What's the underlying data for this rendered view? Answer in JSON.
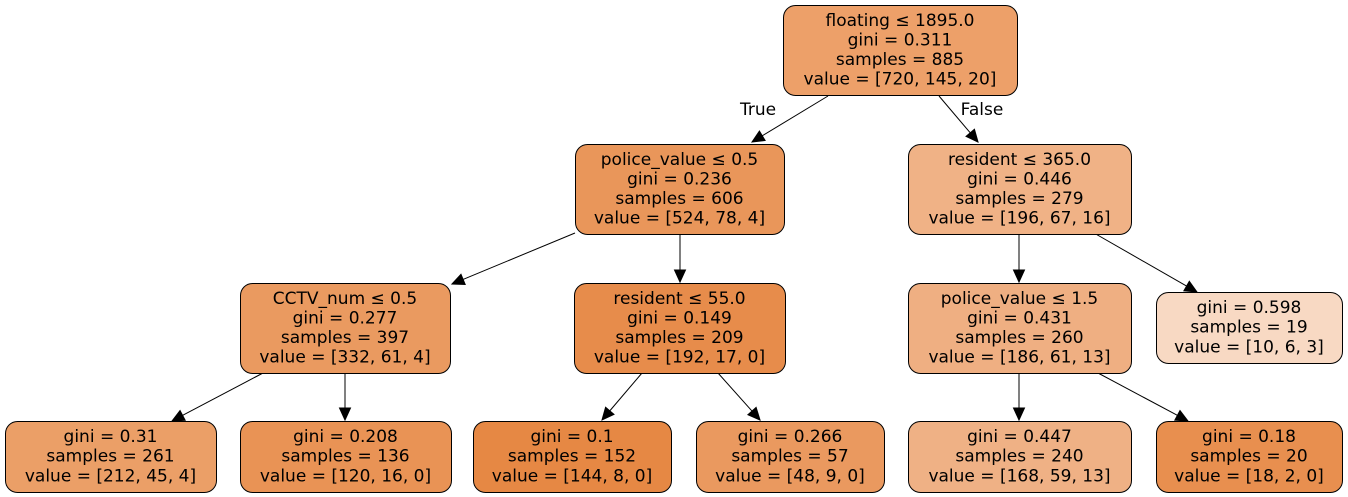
{
  "nodes": [
    {
      "id": "n0",
      "lines": [
        "floating ≤ 1895.0",
        "gini = 0.311",
        "samples = 885",
        "value = [720, 145, 20]"
      ],
      "fill": "#eda069"
    },
    {
      "id": "n1",
      "lines": [
        "police_value ≤ 0.5",
        "gini = 0.236",
        "samples = 606",
        "value = [524, 78, 4]"
      ],
      "fill": "#e9965a"
    },
    {
      "id": "n2",
      "lines": [
        "resident ≤ 365.0",
        "gini = 0.446",
        "samples = 279",
        "value = [196, 67, 16]"
      ],
      "fill": "#f0b286"
    },
    {
      "id": "n3",
      "lines": [
        "CCTV_num ≤ 0.5",
        "gini = 0.277",
        "samples = 397",
        "value = [332, 61, 4]"
      ],
      "fill": "#ea9a60"
    },
    {
      "id": "n4",
      "lines": [
        "resident ≤ 55.0",
        "gini = 0.149",
        "samples = 209",
        "value = [192, 17, 0]"
      ],
      "fill": "#e78c4b"
    },
    {
      "id": "n5",
      "lines": [
        "police_value ≤ 1.5",
        "gini = 0.431",
        "samples = 260",
        "value = [186, 61, 13]"
      ],
      "fill": "#efaf82"
    },
    {
      "id": "n6",
      "lines": [
        "gini = 0.598",
        "samples = 19",
        "value = [10, 6, 3]"
      ],
      "fill": "#f8d9c3"
    },
    {
      "id": "n7",
      "lines": [
        "gini = 0.31",
        "samples = 261",
        "value = [212, 45, 4]"
      ],
      "fill": "#eb9f67"
    },
    {
      "id": "n8",
      "lines": [
        "gini = 0.208",
        "samples = 136",
        "value = [120, 16, 0]"
      ],
      "fill": "#e99355"
    },
    {
      "id": "n9",
      "lines": [
        "gini = 0.1",
        "samples = 152",
        "value = [144, 8, 0]"
      ],
      "fill": "#e68844"
    },
    {
      "id": "n10",
      "lines": [
        "gini = 0.266",
        "samples = 57",
        "value = [48, 9, 0]"
      ],
      "fill": "#ea995f"
    },
    {
      "id": "n11",
      "lines": [
        "gini = 0.447",
        "samples = 240",
        "value = [168, 59, 13]"
      ],
      "fill": "#efb185"
    },
    {
      "id": "n12",
      "lines": [
        "gini = 0.18",
        "samples = 20",
        "value = [18, 2, 0]"
      ],
      "fill": "#e88f4f"
    }
  ],
  "edges": [
    {
      "from": "n0",
      "to": "n1",
      "label": "True"
    },
    {
      "from": "n0",
      "to": "n2",
      "label": "False"
    },
    {
      "from": "n1",
      "to": "n3",
      "label": ""
    },
    {
      "from": "n1",
      "to": "n4",
      "label": ""
    },
    {
      "from": "n2",
      "to": "n5",
      "label": ""
    },
    {
      "from": "n2",
      "to": "n6",
      "label": ""
    },
    {
      "from": "n3",
      "to": "n7",
      "label": ""
    },
    {
      "from": "n3",
      "to": "n8",
      "label": ""
    },
    {
      "from": "n4",
      "to": "n9",
      "label": ""
    },
    {
      "from": "n4",
      "to": "n10",
      "label": ""
    },
    {
      "from": "n5",
      "to": "n11",
      "label": ""
    },
    {
      "from": "n5",
      "to": "n12",
      "label": ""
    }
  ]
}
